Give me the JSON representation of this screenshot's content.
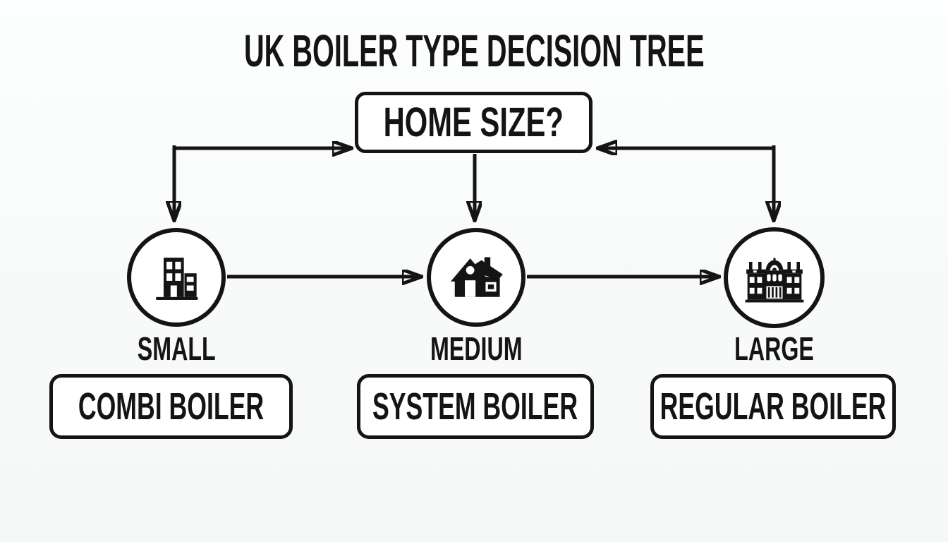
{
  "title": "UK BOILER TYPE DECISION TREE",
  "root_question": "HOME SIZE?",
  "branches": [
    {
      "size": "SMALL",
      "icon": "apartment-building-icon",
      "boiler": "COMBI BOILER"
    },
    {
      "size": "MEDIUM",
      "icon": "detached-house-icon",
      "boiler": "SYSTEM BOILER"
    },
    {
      "size": "LARGE",
      "icon": "mansion-icon",
      "boiler": "REGULAR BOILER"
    }
  ],
  "connectors": [
    "root-to-small",
    "root-to-medium",
    "root-to-large",
    "small-to-medium",
    "medium-to-large"
  ],
  "colors": {
    "ink": "#141414",
    "node_fill": "#ffffff",
    "background": "#f8fafa"
  }
}
